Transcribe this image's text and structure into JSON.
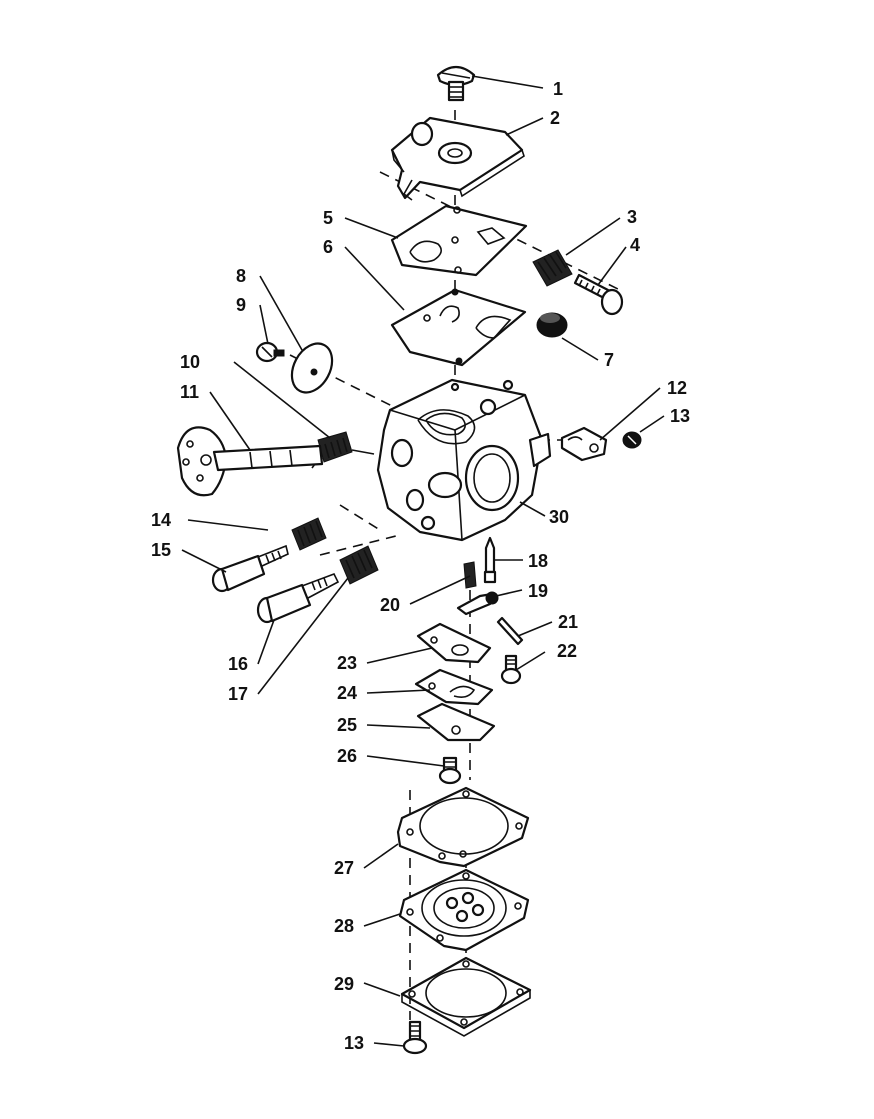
{
  "diagram": {
    "callouts": [
      "1",
      "2",
      "3",
      "4",
      "5",
      "6",
      "7",
      "8",
      "9",
      "10",
      "11",
      "12",
      "13",
      "14",
      "15",
      "16",
      "17",
      "18",
      "19",
      "20",
      "21",
      "22",
      "23",
      "24",
      "25",
      "26",
      "27",
      "28",
      "29",
      "30",
      "13"
    ]
  }
}
